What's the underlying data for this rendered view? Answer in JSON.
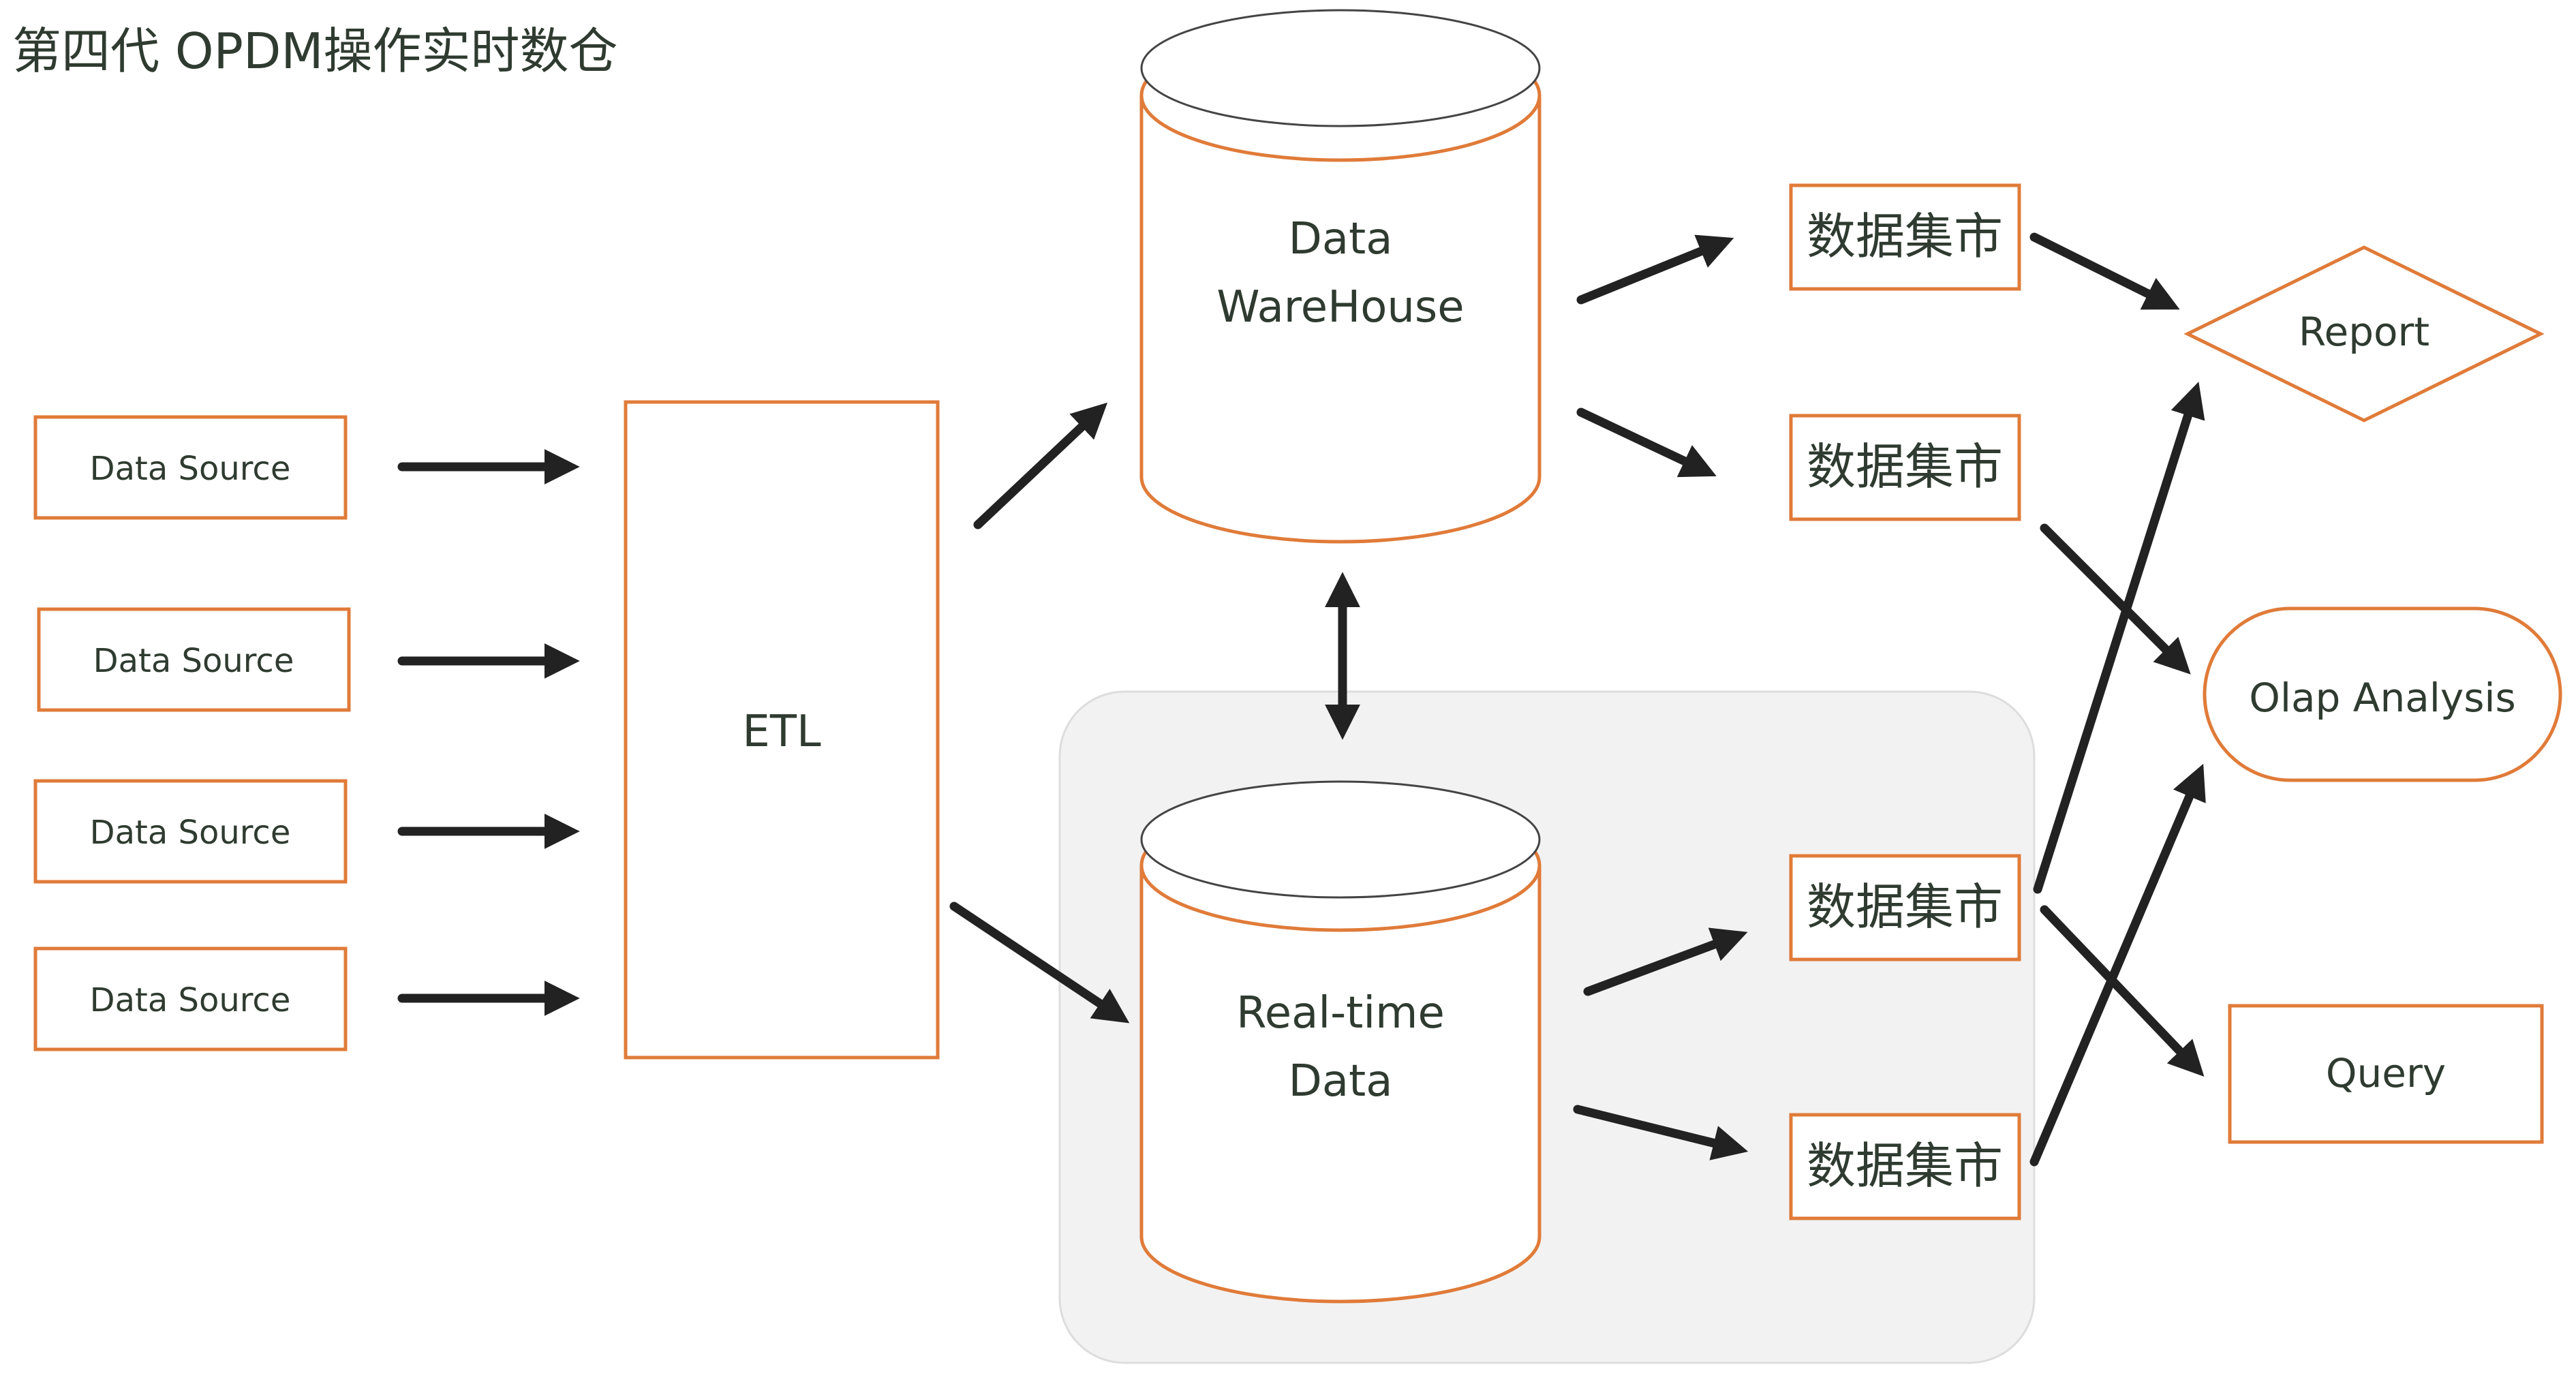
{
  "title": "第四代 OPDM操作实时数仓",
  "sources": [
    "Data Source",
    "Data Source",
    "Data Source",
    "Data Source"
  ],
  "etl": "ETL",
  "warehouse": {
    "line1": "Data",
    "line2": "WareHouse"
  },
  "realtime": {
    "line1": "Real-time",
    "line2": "Data"
  },
  "marts": [
    "数据集市",
    "数据集市",
    "数据集市",
    "数据集市"
  ],
  "outputs": {
    "report": "Report",
    "olap": "Olap Analysis",
    "query": "Query"
  },
  "colors": {
    "box_stroke": "#e07b39",
    "arrow": "#222222",
    "text": "#2f3b30",
    "group_fill": "#f2f2f2"
  }
}
